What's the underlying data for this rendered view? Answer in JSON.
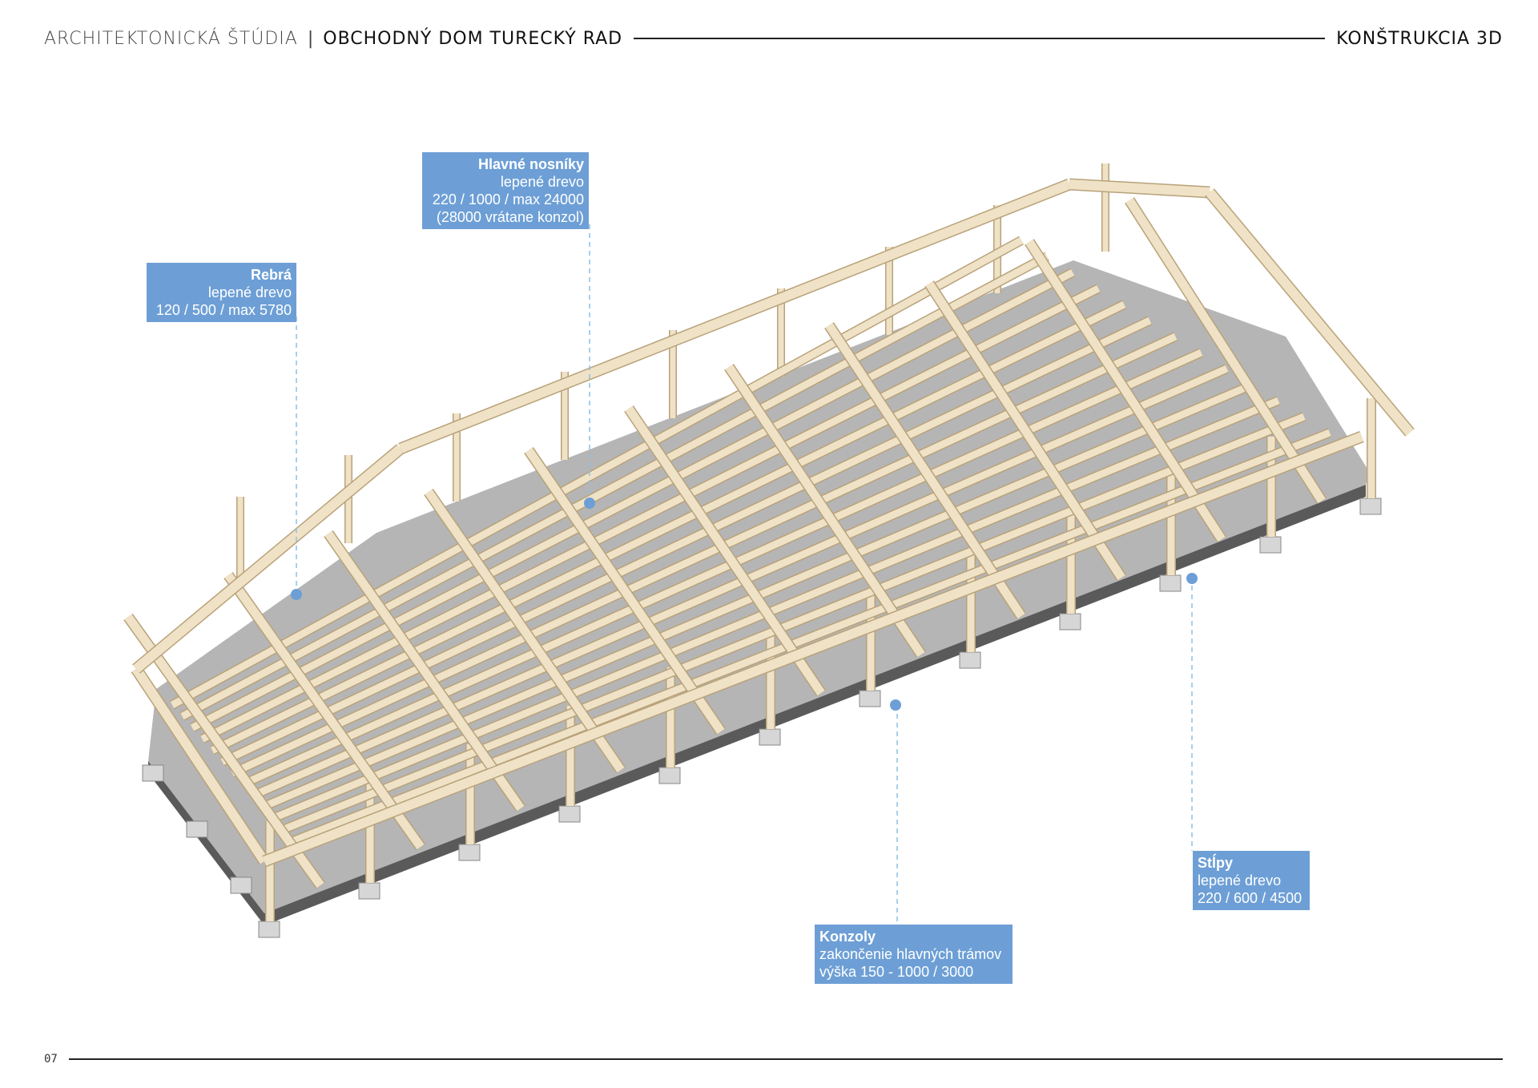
{
  "header": {
    "studio": "ARCHITEKTONICKÁ ŠTÚDIA",
    "separator": "|",
    "project": "OBCHODNÝ DOM TURECKÝ RAD",
    "section": "KONŠTRUKCIA 3D"
  },
  "footer": {
    "page": "07"
  },
  "colors": {
    "accent": "#6d9fd6",
    "timber": "#efe2c6",
    "timber_edge": "#b8a27a",
    "slab": "#b5b5b5",
    "slab_edge": "#5a5a5a",
    "footing": "#d6d6d6"
  },
  "labels": {
    "rebra": {
      "title": "Rebrá",
      "line1": "lepené drevo",
      "line2": "120 / 500 / max 5780"
    },
    "nosniky": {
      "title": "Hlavné nosníky",
      "line1": "lepené drevo",
      "line2": "220 / 1000 / max 24000",
      "line3": "(28000 vrátane konzol)"
    },
    "stipy": {
      "title": "Stĺpy",
      "line1": "lepené drevo",
      "line2": "220 / 600 / 4500"
    },
    "konzoly": {
      "title": "Konzoly",
      "line1": "zakončenie hlavných trámov",
      "line2": "výška 150 - 1000 / 3000"
    }
  }
}
